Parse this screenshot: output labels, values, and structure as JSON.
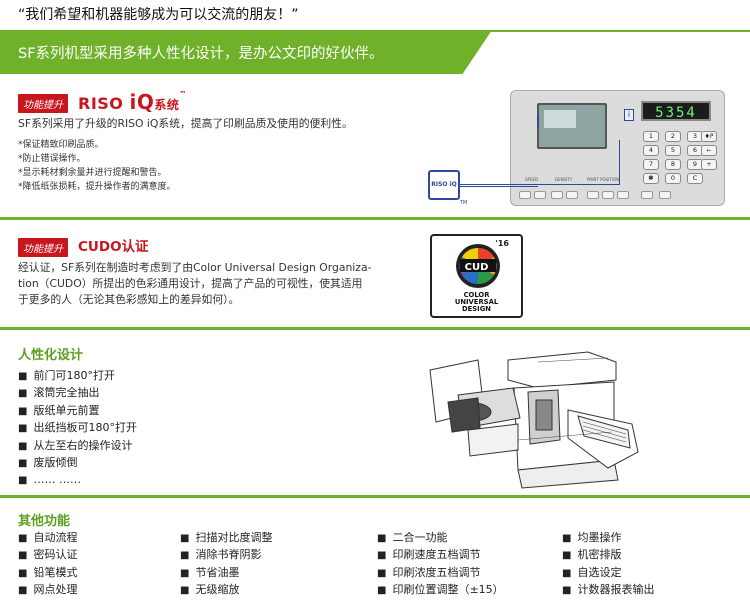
{
  "header": {
    "quote": "“我们希望和机器能够成为可以交流的朋友！”",
    "banner": "SF系列机型采用多种人性化设计，是办公文印的好伙伴。"
  },
  "riso_section": {
    "tag": "功能提升",
    "logo_riso": "RISO",
    "logo_iq": "iQ",
    "logo_sys": "系统",
    "logo_tm": "™",
    "description": "SF系列采用了升级的RISO iQ系统，提高了印刷品质及使用的便利性。",
    "bullets": [
      "*保证精致印刷品质。",
      "*防止错误操作。",
      "*显示耗材剩余量并进行提醒和警告。",
      "*降低纸张损耗，提升操作者的满意度。"
    ],
    "panel": {
      "counter": "5354",
      "info": "i",
      "keys": [
        "1",
        "2",
        "3",
        "4",
        "5",
        "6",
        "7",
        "8",
        "9",
        "✱",
        "0",
        "C"
      ],
      "side_keys": [
        "♦P",
        "←",
        "+"
      ],
      "labels": {
        "speed": "SPEED",
        "density": "DENSITY",
        "print_position": "PRINT POSITION"
      },
      "badge": "RISO iQ",
      "badge_tm": "TM"
    },
    "colors": {
      "tag_bg": "#c9151e",
      "accent_blue": "#2a4a9c"
    }
  },
  "cudo_section": {
    "tag": "功能提升",
    "title": "CUDO认证",
    "lines": [
      "经认证，SF系列在制造时考虑到了由Color Universal Design Organiza-",
      "tion（CUDO）所提出的色彩通用设计，提高了产品的可视性，使其适用",
      "于更多的人（无论其色彩感知上的差异如何）。"
    ],
    "logo": {
      "year": "'16",
      "mark": "CUD",
      "line1": "COLOR",
      "line2": "UNIVERSAL",
      "line3": "DESIGN"
    }
  },
  "humanized_section": {
    "title": "人性化设计",
    "items": [
      "前门可180°打开",
      "滚筒完全抽出",
      "版纸单元前置",
      "出纸挡板可180°打开",
      "从左至右的操作设计",
      "废版倾倒",
      "…… ……"
    ]
  },
  "other_functions": {
    "title": "其他功能",
    "col1": [
      "自动流程",
      "密码认证",
      "铅笔模式",
      "网点处理"
    ],
    "col2": [
      "扫描对比度调整",
      "消除书脊阴影",
      "节省油墨",
      "无级缩放"
    ],
    "col3": [
      "二合一功能",
      "印刷速度五档调节",
      "印刷浓度五档调节",
      "印刷位置调整（±15）"
    ],
    "col4": [
      "均墨操作",
      "机密排版",
      "自选设定",
      "计数器报表输出"
    ]
  },
  "theme": {
    "green": "#6fb22a",
    "red": "#c9151e"
  }
}
